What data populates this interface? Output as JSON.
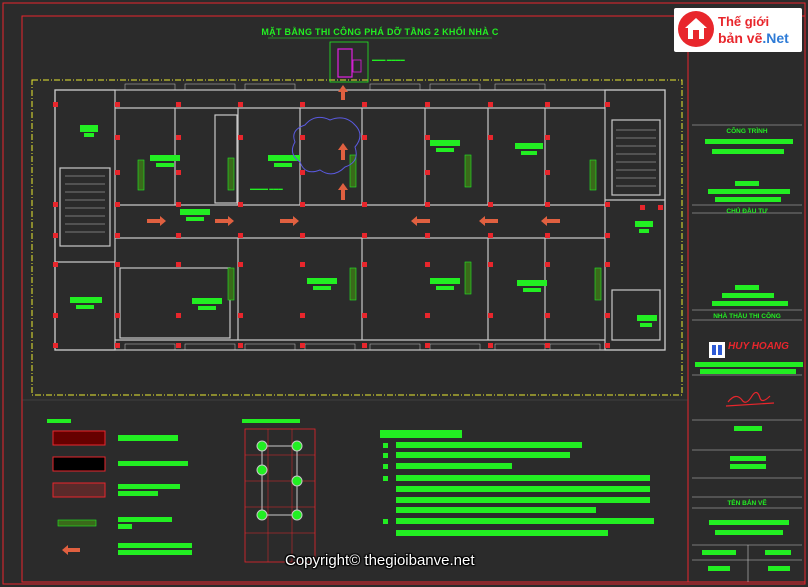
{
  "drawing": {
    "title": "MẶT BẰNG THI CÔNG PHÁ DỠ TẦNG 2 KHỐI NHÀ C",
    "colors": {
      "background": "#2b2b2b",
      "border": "#e8262c",
      "wall": "#c8c8c8",
      "label": "#22ee22",
      "column": "#e8262c",
      "yellow": "#e8e830",
      "magenta": "#e020e0",
      "arrow": "#e06040"
    }
  },
  "logo": {
    "line1": "Thế giới",
    "line2_a": "bản vẽ",
    "line2_b": ".Net",
    "icon": "house-icon"
  },
  "title_block": {
    "cong_trinh": "CÔNG TRÌNH",
    "chu_dau_tu": "CHỦ ĐẦU TƯ",
    "nha_thau": "NHÀ THẦU THI CÔNG",
    "ten_ban_ve": "TÊN BẢN VẼ",
    "contractor_logo": "HUY HOANG"
  },
  "watermark": "Copyright© thegioibanve.net"
}
